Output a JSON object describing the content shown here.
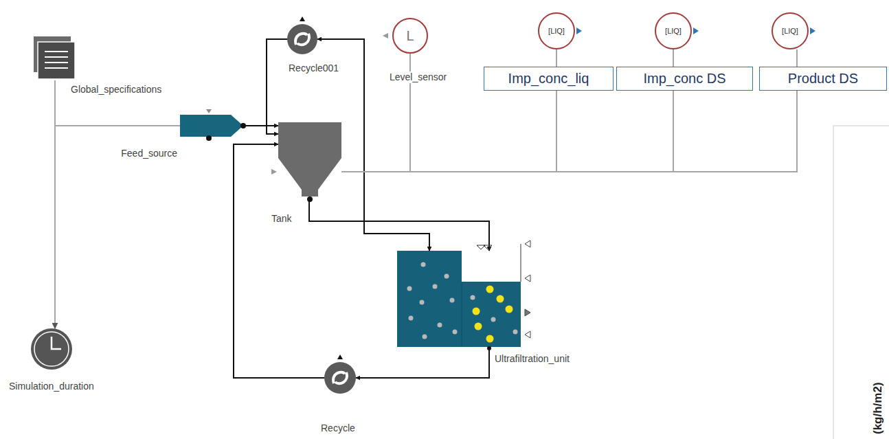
{
  "diagram": {
    "nodes": [
      {
        "text": [
          "Global_specifications"
        ]
      },
      {
        "text": [
          "Feed_source"
        ]
      },
      {
        "text": [
          "Recycle001"
        ]
      },
      {
        "text": [
          "L",
          "Level_sensor"
        ]
      },
      {
        "text": [
          "[LIQ]"
        ]
      },
      {
        "text": [
          "[LIQ]"
        ]
      },
      {
        "text": [
          "[LIQ]"
        ]
      },
      {
        "text": [
          "Imp_conc_liq"
        ]
      },
      {
        "text": [
          "Imp_conc DS"
        ]
      },
      {
        "text": [
          "Product DS"
        ]
      },
      {
        "text": [
          "Tank"
        ]
      },
      {
        "text": [
          "Ultrafiltration_unit"
        ]
      },
      {
        "text": [
          "Simulation_duration"
        ]
      },
      {
        "text": [
          "Recycle"
        ]
      }
    ],
    "edges": [
      {
        "from": 0,
        "to": 1,
        "arrow": "none"
      },
      {
        "from": 0,
        "to": 12,
        "arrow": "to"
      },
      {
        "from": 1,
        "to": 10,
        "arrow": "to"
      },
      {
        "from": 2,
        "to": 10,
        "arrow": "to"
      },
      {
        "from": 2,
        "to": 11,
        "arrow": "both"
      },
      {
        "from": 10,
        "to": 11,
        "arrow": "to"
      },
      {
        "from": 11,
        "to": 13,
        "arrow": "to"
      },
      {
        "from": 13,
        "to": 10,
        "arrow": "to"
      },
      {
        "from": 10,
        "to": 3,
        "arrow": "none"
      },
      {
        "from": 10,
        "to": 7,
        "arrow": "none"
      },
      {
        "from": 10,
        "to": 8,
        "arrow": "none"
      },
      {
        "from": 10,
        "to": 9,
        "arrow": "none"
      },
      {
        "from": 4,
        "to": 7,
        "arrow": "none"
      },
      {
        "from": 5,
        "to": 8,
        "arrow": "none"
      },
      {
        "from": 6,
        "to": 9,
        "arrow": "none"
      }
    ],
    "labels": [
      "(kg/h/m2)"
    ]
  }
}
